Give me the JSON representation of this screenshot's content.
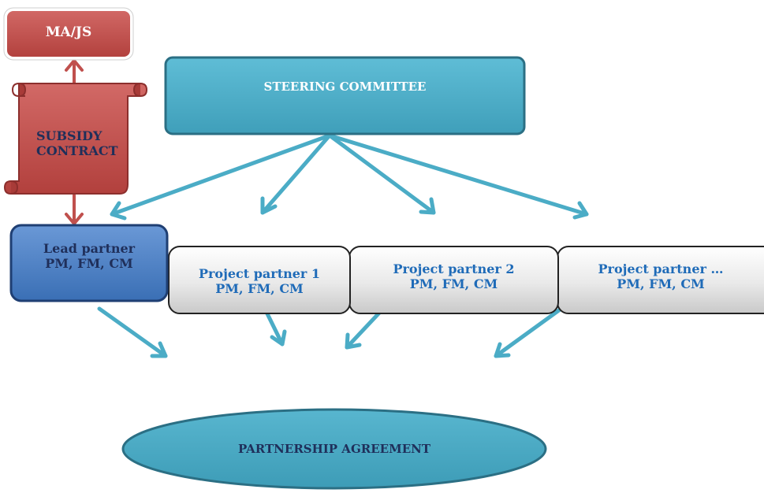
{
  "diagram": {
    "managing_authority": {
      "label": "MA/JS"
    },
    "subsidy_contract": {
      "line1": "SUBSIDY",
      "line2": "CONTRACT"
    },
    "steering_committee": {
      "label": "STEERING COMMITTEE"
    },
    "lead_partner": {
      "name": "Lead partner",
      "roles": "PM, FM, CM"
    },
    "project_partners": [
      {
        "name": "Project partner 1",
        "roles": "PM, FM, CM"
      },
      {
        "name": "Project partner 2",
        "roles": "PM, FM, CM"
      },
      {
        "name": "Project partner …",
        "roles": "PM, FM, CM"
      }
    ],
    "partnership_agreement": {
      "label": "PARTNERSHIP AGREEMENT"
    }
  },
  "colors": {
    "ma_js_fill": "#c0504d",
    "scroll_fill": "#c0504d",
    "steering_fill": "#4bacc6",
    "lead_fill": "#4f81bd",
    "partner_fill": "#e6e6e6",
    "ellipse_fill": "#4bacc6",
    "arrow": "#4bacc6",
    "red_arrow": "#c0504d"
  }
}
